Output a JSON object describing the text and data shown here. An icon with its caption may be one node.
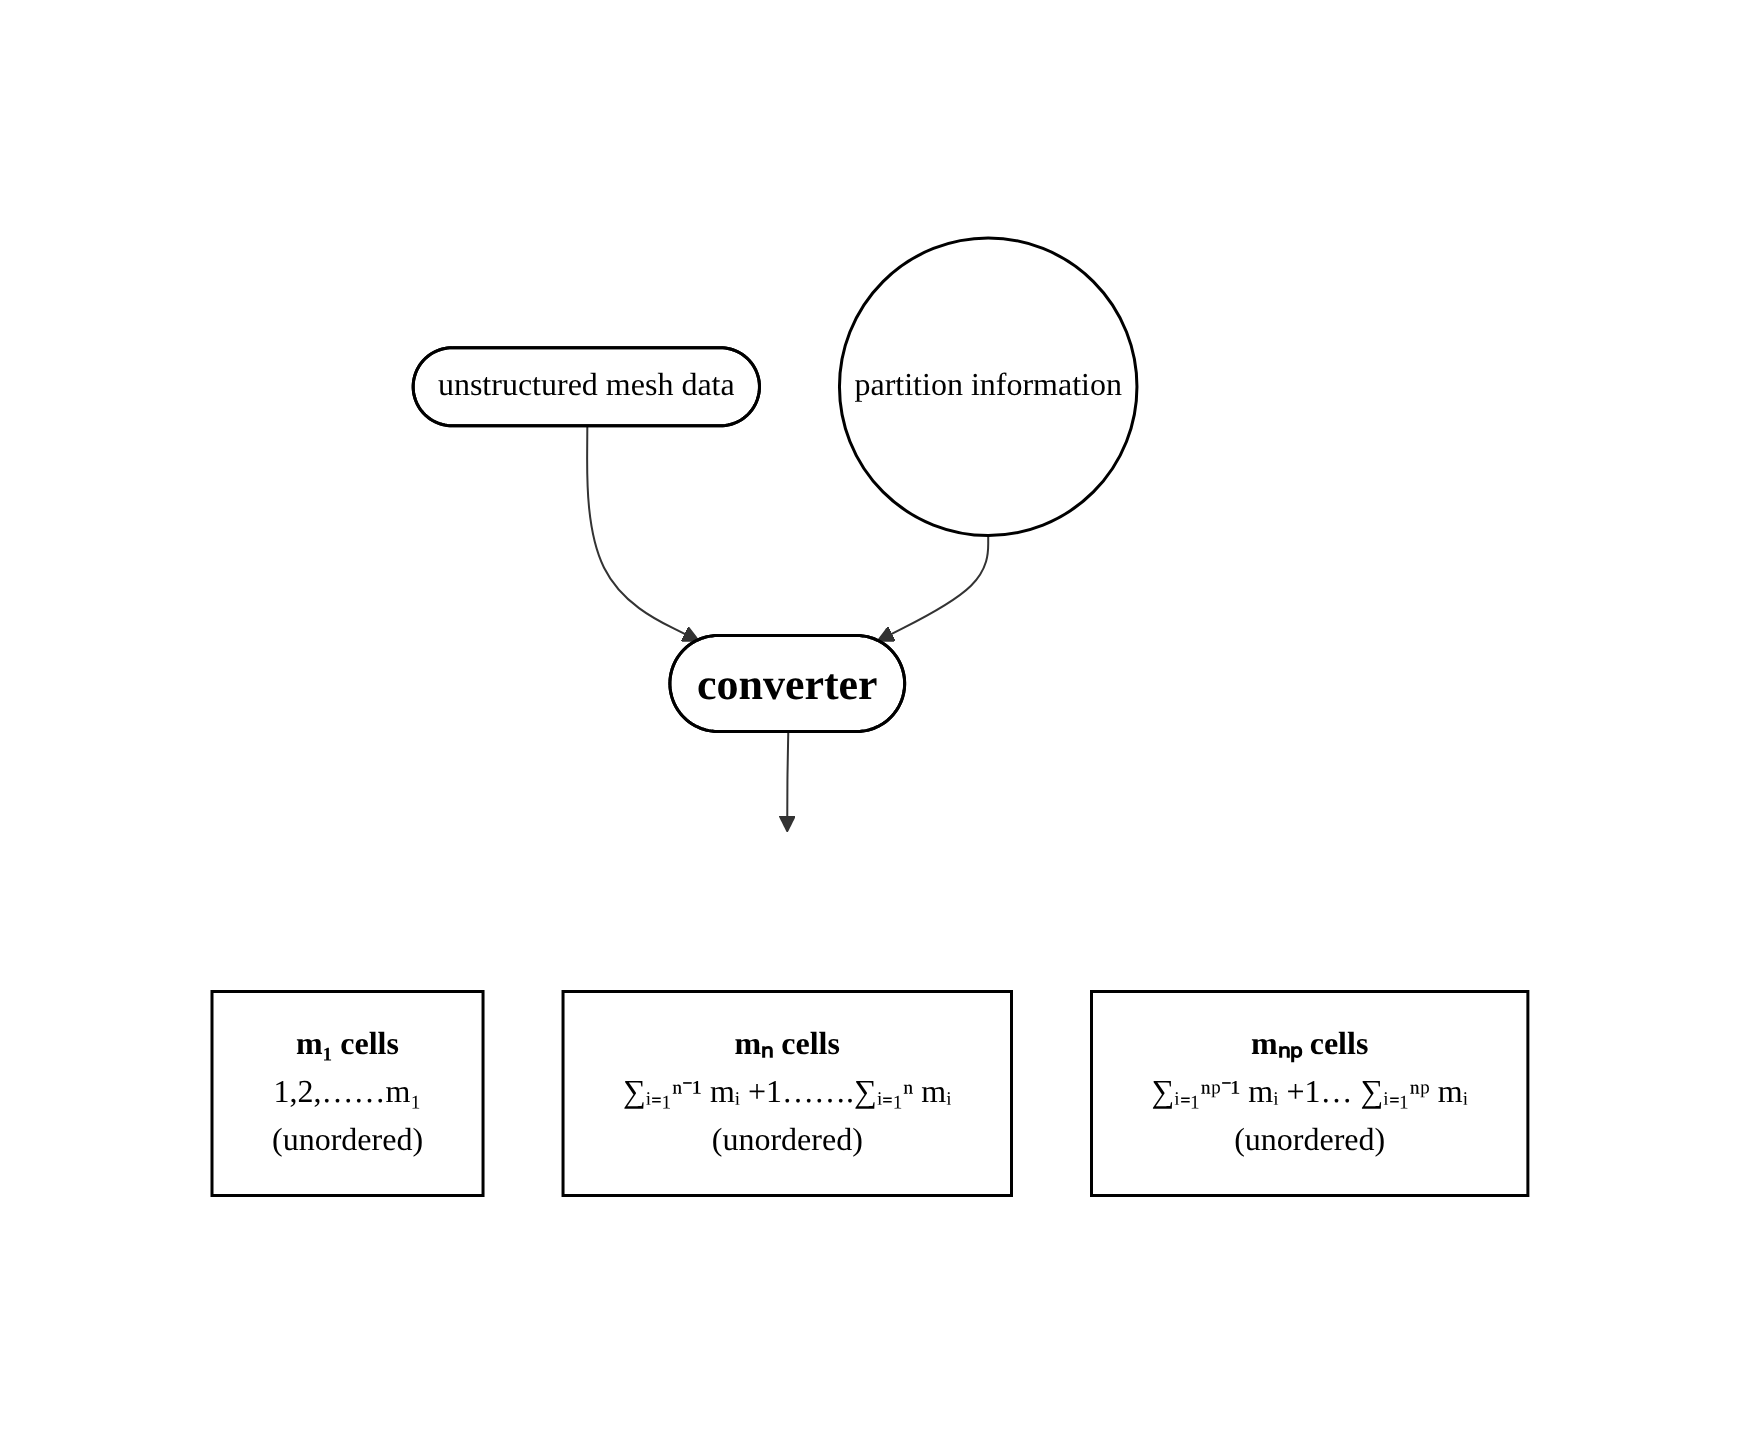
{
  "diagram": {
    "nodes": [
      {
        "text": [
          "unstructured mesh data"
        ]
      },
      {
        "text": [
          "converter"
        ]
      },
      {
        "text": [
          "partition information"
        ]
      },
      {
        "text": [
          "m₁ cells",
          "1,2,……m₁",
          "(unordered)"
        ]
      },
      {
        "text": [
          "mₙ cells",
          "∑ᵢ₌₁ⁿ⁻¹ mᵢ +1…….∑ᵢ₌₁ⁿ mᵢ",
          "(unordered)"
        ]
      },
      {
        "text": [
          "mₙₚ cells",
          "∑ᵢ₌₁ⁿᵖ⁻¹ mᵢ +1… ∑ᵢ₌₁ⁿᵖ mᵢ",
          "(unordered)"
        ]
      }
    ],
    "edges": [
      {
        "from": 0,
        "to": 1,
        "arrow": "to"
      },
      {
        "from": 2,
        "to": 1,
        "arrow": "to"
      },
      {
        "from": 1,
        "to": null,
        "arrow": "to"
      }
    ]
  }
}
